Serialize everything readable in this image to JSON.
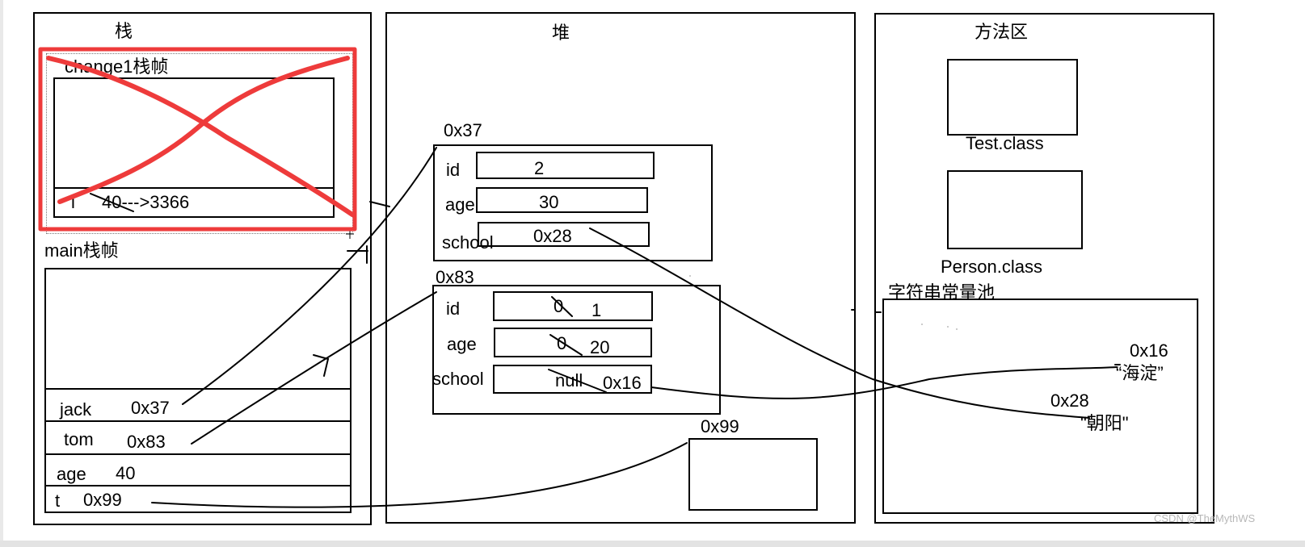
{
  "stack": {
    "title": "栈",
    "change1_frame": {
      "label": "change1栈帧",
      "var_name": "i",
      "var_value": "40--->3366"
    },
    "main_frame": {
      "label": "main栈帧",
      "rows": [
        {
          "name": "jack",
          "value": "0x37"
        },
        {
          "name": "tom",
          "value": "0x83"
        },
        {
          "name": "age",
          "value": "40"
        },
        {
          "name": "t",
          "value": "0x99"
        }
      ]
    }
  },
  "heap": {
    "title": "堆",
    "object_0x37": {
      "address": "0x37",
      "id_label": "id",
      "id_value": "2",
      "age_label": "age",
      "age_value": "30",
      "school_label": "school",
      "school_value": "0x28"
    },
    "object_0x83": {
      "address": "0x83",
      "id_label": "id",
      "id_old": "0",
      "id_value": "1",
      "age_label": "age",
      "age_old": "0",
      "age_value": "20",
      "school_label": "school",
      "school_old": "null",
      "school_value": "0x16"
    },
    "object_0x99": {
      "address": "0x99"
    }
  },
  "method_area": {
    "title": "方法区",
    "classes": [
      "Test.class",
      "Person.class"
    ],
    "string_pool": {
      "label": "字符串常量池",
      "entries": [
        {
          "address": "0x16",
          "value": "“海淀”"
        },
        {
          "address": "0x28",
          "value": "\"朝阳\""
        }
      ]
    }
  },
  "watermark": "CSDN @TheMythWS",
  "colors": {
    "strike_red": "#ee3b3b",
    "stroke": "#000000"
  }
}
